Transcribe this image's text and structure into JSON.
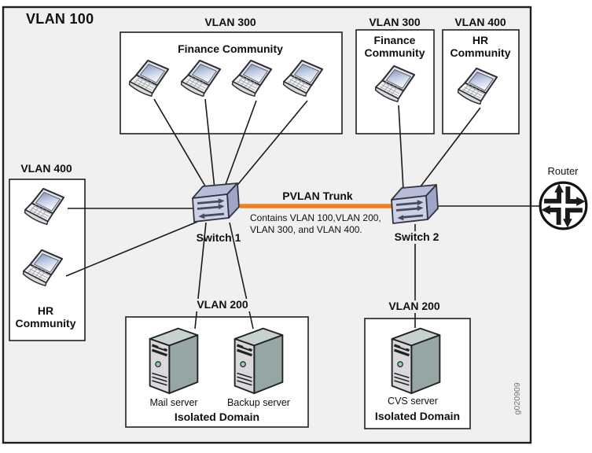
{
  "diagram_title": "VLAN 100",
  "communities": {
    "finance_main": {
      "vlan": "VLAN 300",
      "title": "Finance Community"
    },
    "finance_remote": {
      "vlan": "VLAN 300",
      "title": "Finance Community"
    },
    "hr_remote": {
      "vlan": "VLAN 400",
      "title": "HR Community"
    },
    "hr_main": {
      "vlan": "VLAN 400",
      "title": "HR Community"
    }
  },
  "switches": {
    "switch1_label": "Switch 1",
    "switch2_label": "Switch 2"
  },
  "trunk": {
    "label": "PVLAN Trunk",
    "desc_line1": "Contains VLAN 100,VLAN 200,",
    "desc_line2": "VLAN 300, and VLAN 400.",
    "color": "#F07D1E"
  },
  "isolated_domains": {
    "left": {
      "vlan": "VLAN 200",
      "title": "Isolated Domain",
      "servers": [
        "Mail server",
        "Backup server"
      ]
    },
    "right": {
      "vlan": "VLAN 200",
      "title": "Isolated Domain",
      "servers": [
        "CVS server"
      ]
    }
  },
  "router_label": "Router",
  "figure_id": "g020909",
  "colors": {
    "canvas_fill": "#F0F0F0",
    "line": "#1A1A1A",
    "trunk_orange": "#F07D1E"
  }
}
